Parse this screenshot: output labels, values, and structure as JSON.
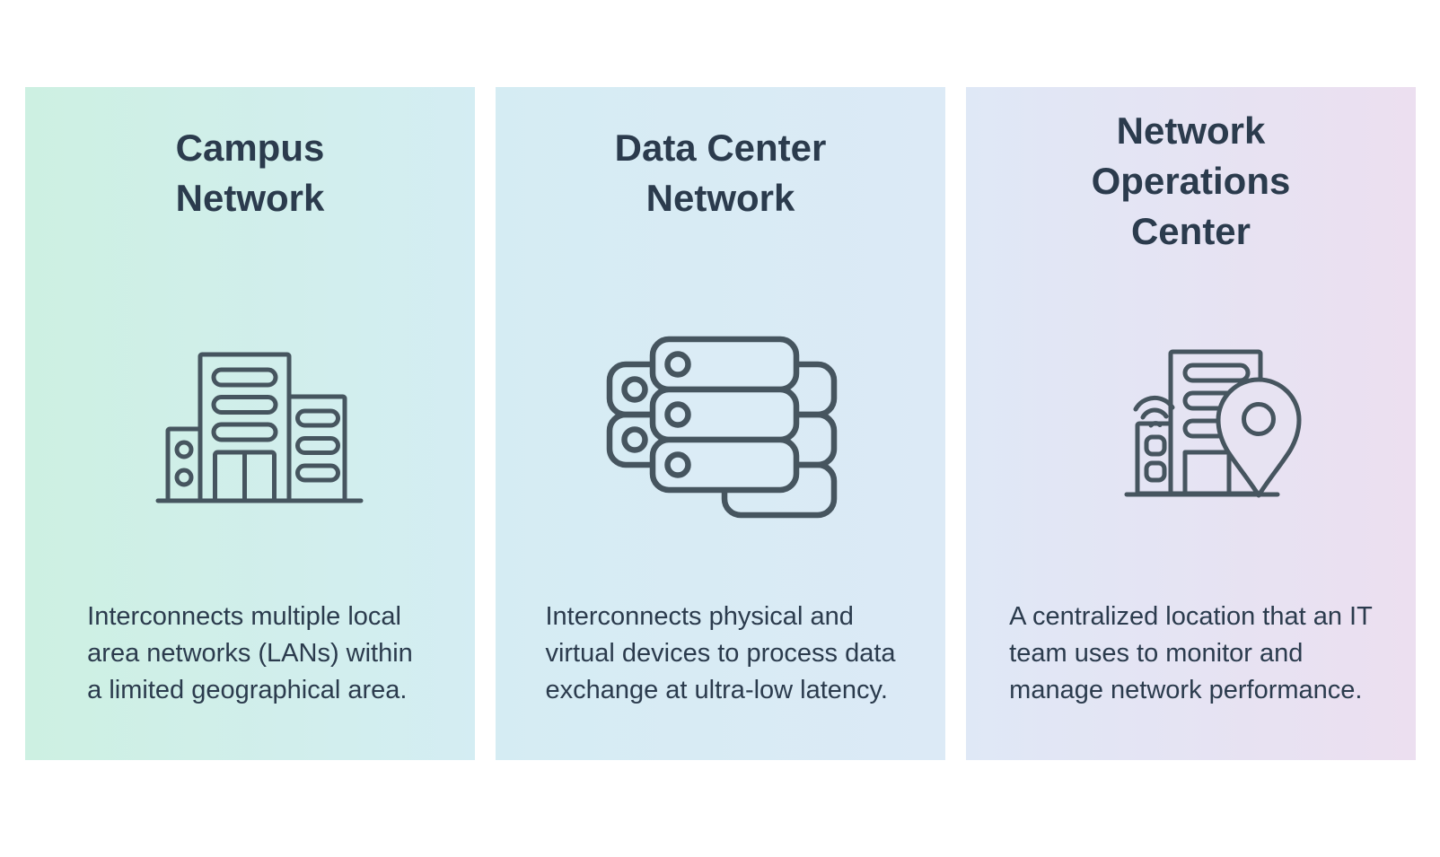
{
  "colors": {
    "text": "#2b3b4d",
    "icon_stroke": "#46555f",
    "card1_gradient_start": "#cdf0e2",
    "card1_gradient_end": "#d4edf3",
    "card2_gradient_start": "#d5ecf3",
    "card2_gradient_end": "#dceaf6",
    "card3_gradient_start": "#dfe8f6",
    "card3_gradient_end": "#ecdff0",
    "icon_fill_card2": "#dbecf6",
    "icon_fill_card3": "#e7e3f2"
  },
  "cards": [
    {
      "title": "Campus Network",
      "title_lines": [
        "Campus",
        "Network"
      ],
      "icon": "campus-buildings-icon",
      "description": "Interconnects multiple local area networks (LANs) within a limited geographical area.",
      "desc_lines": [
        "Interconnects multiple local",
        "area networks (LANs) within",
        "a limited geographical area."
      ]
    },
    {
      "title": "Data Center Network",
      "title_lines": [
        "Data Center",
        "Network"
      ],
      "icon": "server-stack-icon",
      "description": "Interconnects physical and virtual devices to process data exchange at ultra-low latency.",
      "desc_lines": [
        "Interconnects physical and",
        "virtual devices to process data",
        "exchange at ultra-low latency."
      ]
    },
    {
      "title": "Network Operations Center",
      "title_lines": [
        "Network",
        "Operations",
        "Center"
      ],
      "icon": "building-location-pin-icon",
      "description": "A centralized location that an IT team uses to monitor and manage network performance.",
      "desc_lines": [
        "A centralized location that an IT",
        "team uses to monitor and",
        "manage network performance."
      ]
    }
  ]
}
